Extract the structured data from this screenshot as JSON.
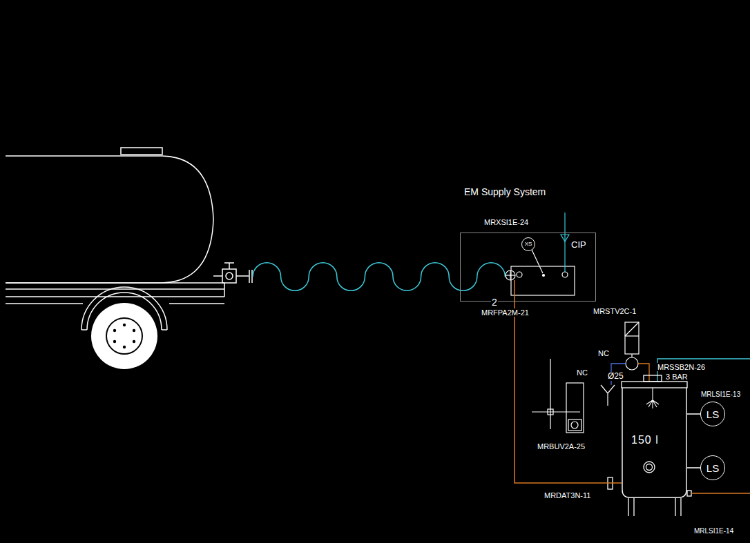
{
  "diagram": {
    "nodes": [
      {
        "text": [
          "EM Supply System"
        ]
      },
      {
        "text": [
          "XS"
        ],
        "in": 0
      },
      {
        "text": [
          "150 l"
        ]
      },
      {
        "text": [
          "LS"
        ]
      },
      {
        "text": [
          "LS"
        ]
      }
    ],
    "edges": [
      {
        "from": 0,
        "to": 2,
        "arrow": "none"
      },
      {
        "from": 2,
        "to": 3,
        "arrow": "none"
      },
      {
        "from": 2,
        "to": 4,
        "arrow": "none"
      }
    ],
    "labels": [
      "MRXSI1E-24",
      "CIP",
      "2",
      "MRFPA2M-21",
      "MRSTV2C-1",
      "NC",
      "NC",
      "Ø25",
      "MRSSB2N-26",
      "3 BAR",
      "MRLSI1E-13",
      "MRBUV2A-25",
      "MRDAT3N-11",
      "MRLSI1E-14"
    ]
  }
}
